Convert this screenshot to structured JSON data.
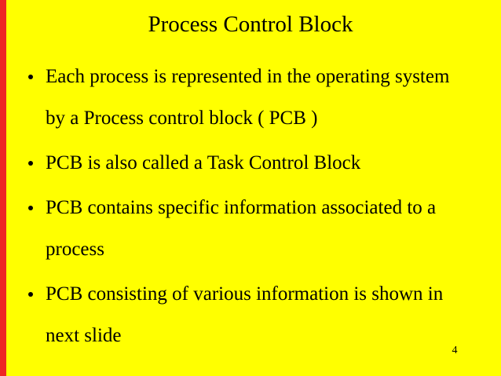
{
  "slide": {
    "title": "Process Control Block",
    "bullets": [
      "Each process is represented in the operating system by a Process control block ( PCB )",
      "PCB is also called a Task Control Block",
      "PCB contains specific information associated to a process",
      "PCB consisting of various information is shown in next slide"
    ],
    "page_number": "4"
  },
  "colors": {
    "background": "#FFFF00",
    "accent_stripe": "#EE2624",
    "text": "#000000"
  }
}
